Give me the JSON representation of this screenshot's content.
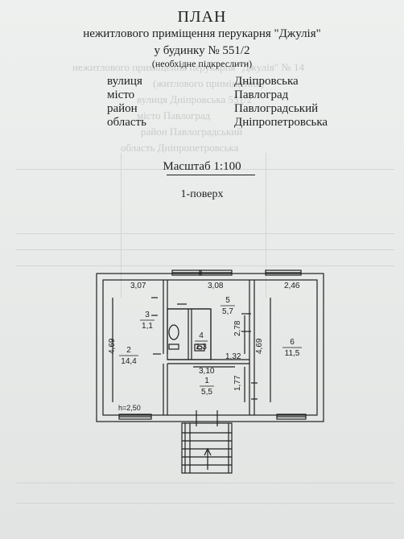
{
  "header": {
    "title": "ПЛАН",
    "subtitle": "нежитлового приміщення перукарня \"Джулія\"",
    "building": "у будинку  № 551/2",
    "hint": "(необхідне підкреслити)"
  },
  "address": [
    {
      "label": "вулиця",
      "value": "Дніпровська"
    },
    {
      "label": "місто",
      "value": "Павлоград"
    },
    {
      "label": "район",
      "value": "Павлоградський"
    },
    {
      "label": "область",
      "value": "Дніпропетровська"
    }
  ],
  "scale": "Масштаб 1:100",
  "floor": "1-поверх",
  "plan": {
    "dims": {
      "top_left": "3,07",
      "top_mid": "3,08",
      "top_right": "2,46",
      "left_height": "4,69",
      "right_height": "4,69",
      "hall_width": "3,10",
      "small_width": "1,32",
      "room5_height": "2,78",
      "room1_height": "1,77",
      "ceiling": "h=2,50"
    },
    "rooms": [
      {
        "num": "1",
        "area": "5,5"
      },
      {
        "num": "2",
        "area": "14,4"
      },
      {
        "num": "3",
        "area": "1,1"
      },
      {
        "num": "4",
        "area": "1,3"
      },
      {
        "num": "5",
        "area": "5,7"
      },
      {
        "num": "6",
        "area": "11,5"
      }
    ]
  }
}
